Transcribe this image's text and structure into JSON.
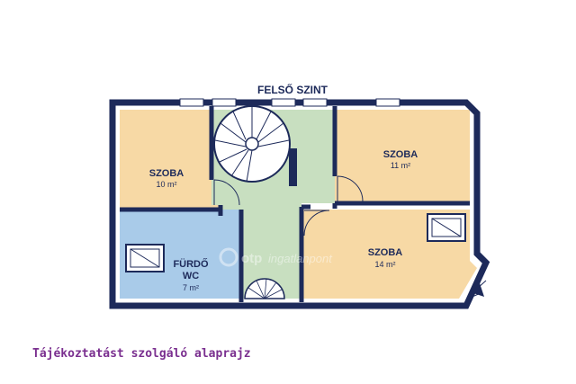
{
  "floor_title": "FELSŐ SZINT",
  "rooms": [
    {
      "id": "bedroom-left",
      "label": "SZOBA",
      "area": "10 m²",
      "color": "#f7d9a5"
    },
    {
      "id": "bedroom-top-right",
      "label": "SZOBA",
      "area": "11 m²",
      "color": "#f7d9a5"
    },
    {
      "id": "bedroom-bottom-right",
      "label": "SZOBA",
      "area": "14 m²",
      "color": "#f7d9a5"
    },
    {
      "id": "bathroom",
      "label": "FÜRDŐ",
      "label2": "WC",
      "area": "7 m²",
      "color": "#a9cbe9"
    },
    {
      "id": "hallway",
      "label": "",
      "area": "",
      "color": "#c8dfc0"
    }
  ],
  "watermark": {
    "brand": "otp",
    "text": "ingatlanpont"
  },
  "caption": "Tájékoztatást szolgáló alaprajz",
  "colors": {
    "wall": "#1d2a5a",
    "window": "#ffffff",
    "floor_warm": "#f7d9a5",
    "bath": "#a9cbe9",
    "hall": "#c8dfc0",
    "caption": "#7a2f8f"
  },
  "icons": [
    "spiral-staircase-icon",
    "north-arrow-icon",
    "roof-window-icon"
  ]
}
